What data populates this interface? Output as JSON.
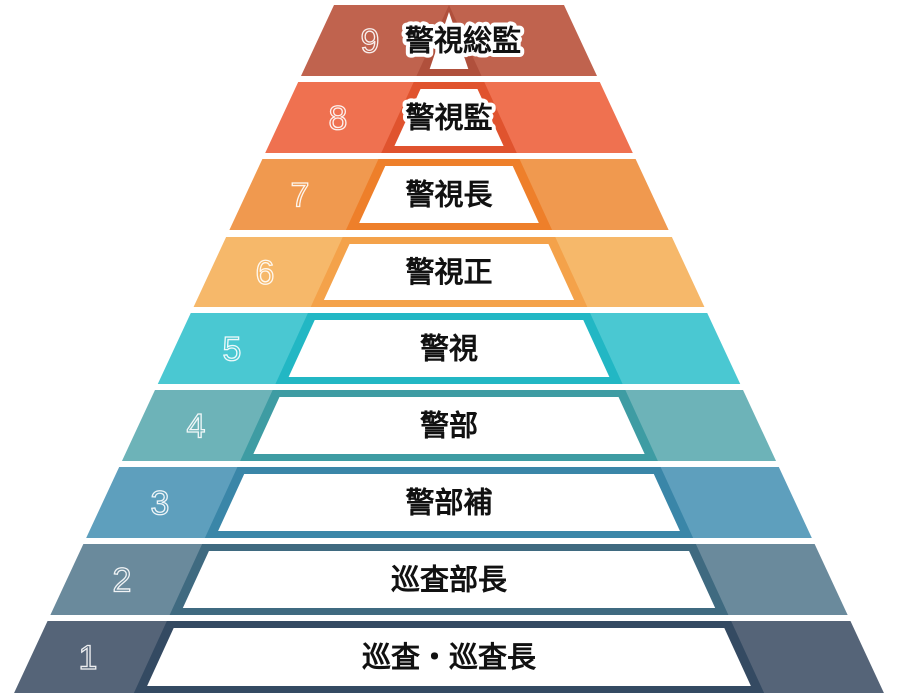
{
  "diagram": {
    "type": "pyramid",
    "tiers": [
      {
        "rank": "9",
        "label": "警視総監",
        "color": "#c0634e",
        "border": "#b0503c"
      },
      {
        "rank": "8",
        "label": "警視監",
        "color": "#ef7150",
        "border": "#e0532e"
      },
      {
        "rank": "7",
        "label": "警視長",
        "color": "#f0994f",
        "border": "#ee7f2a"
      },
      {
        "rank": "6",
        "label": "警視正",
        "color": "#f6b86a",
        "border": "#f4a24a"
      },
      {
        "rank": "5",
        "label": "警視",
        "color": "#4ac8d2",
        "border": "#22b7c4"
      },
      {
        "rank": "4",
        "label": "警部",
        "color": "#6db3b8",
        "border": "#3e9ca3"
      },
      {
        "rank": "3",
        "label": "警部補",
        "color": "#5e9fbd",
        "border": "#3a86a8"
      },
      {
        "rank": "2",
        "label": "巡査部長",
        "color": "#6a8a9c",
        "border": "#3f6a80"
      },
      {
        "rank": "1",
        "label": "巡査・巡査長",
        "color": "#556478",
        "border": "#344a62"
      }
    ]
  }
}
